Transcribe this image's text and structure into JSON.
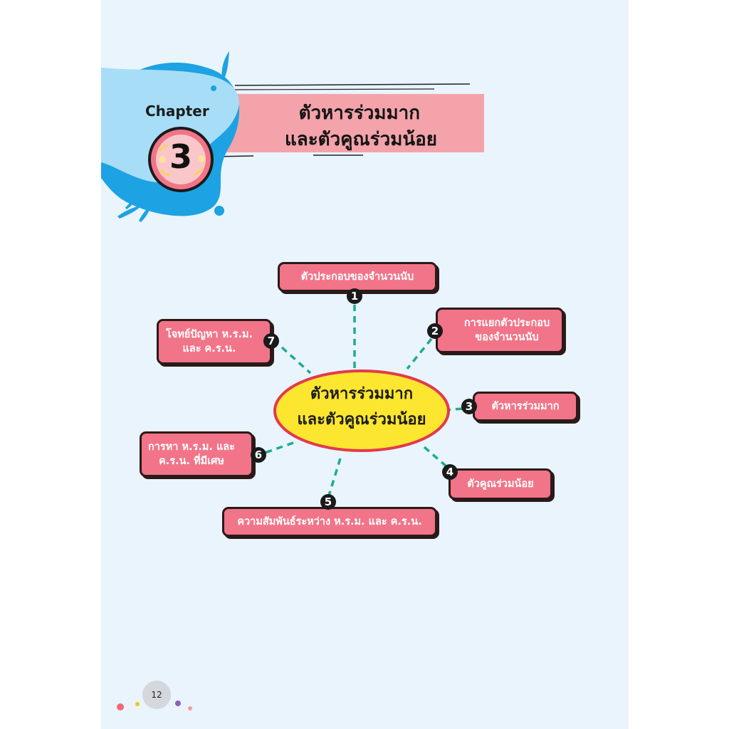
{
  "chapter": {
    "word": "Chapter",
    "number": "3",
    "title_line1": "ตัวหารร่วมมาก",
    "title_line2": "และตัวคูณร่วมน้อย"
  },
  "mindmap": {
    "center_line1": "ตัวหารร่วมมาก",
    "center_line2": "และตัวคูณร่วมน้อย",
    "topics": [
      {
        "number": "1",
        "line1": "ตัวประกอบของจำนวนนับ",
        "line2": ""
      },
      {
        "number": "2",
        "line1": "การแยกตัวประกอบ",
        "line2": "ของจำนวนนับ"
      },
      {
        "number": "3",
        "line1": "ตัวหารร่วมมาก",
        "line2": ""
      },
      {
        "number": "4",
        "line1": "ตัวคูณร่วมน้อย",
        "line2": ""
      },
      {
        "number": "5",
        "line1": "ความสัมพันธ์ระหว่าง ห.ร.ม. และ ค.ร.น.",
        "line2": ""
      },
      {
        "number": "6",
        "line1": "การหา ห.ร.ม. และ",
        "line2": "ค.ร.น. ที่มีเศษ"
      },
      {
        "number": "7",
        "line1": "โจทย์ปัญหา ห.ร.ม.",
        "line2": "และ ค.ร.น."
      }
    ]
  },
  "footer": {
    "page_number": "12"
  },
  "colors": {
    "page_background": "#e9f4fc",
    "topic_box": "#f27488",
    "title_band": "#f4a3ab",
    "center_fill": "#fde62f",
    "connector": "#1fab8f",
    "splash_dark": "#1da2e3",
    "splash_light": "#a8ddf7"
  }
}
